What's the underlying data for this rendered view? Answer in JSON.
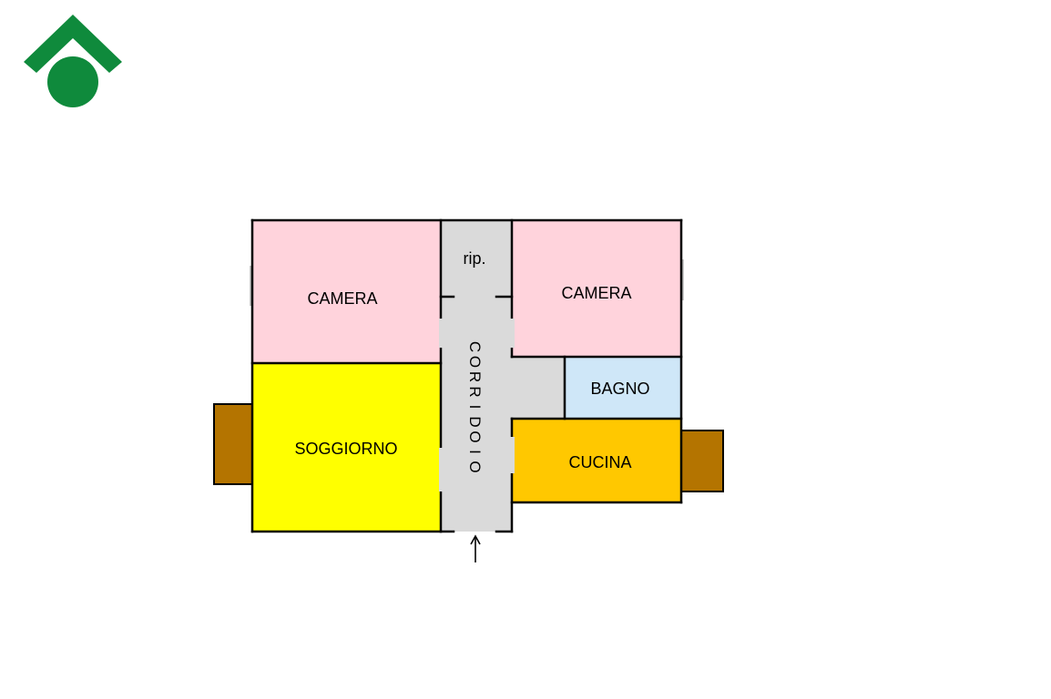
{
  "colors": {
    "camera": "#ffd3dc",
    "soggiorno": "#ffff00",
    "corridoio": "#dadada",
    "bagno": "#cfe7f8",
    "cucina": "#ffc800",
    "balcone": "#b47400",
    "logo": "#0f8a3c",
    "wall": "#000000"
  },
  "logo": {
    "icon": "house-circle-logo"
  },
  "rooms": {
    "camera_left": "CAMERA",
    "camera_right": "CAMERA",
    "ripostiglio": "rip.",
    "soggiorno": "SOGGIORNO",
    "bagno": "BAGNO",
    "cucina": "CUCINA",
    "corridoio": [
      "C",
      "O",
      "R",
      "R",
      "I",
      "D",
      "O",
      "I",
      "O"
    ]
  },
  "entrance": {
    "icon": "up-arrow-icon"
  }
}
